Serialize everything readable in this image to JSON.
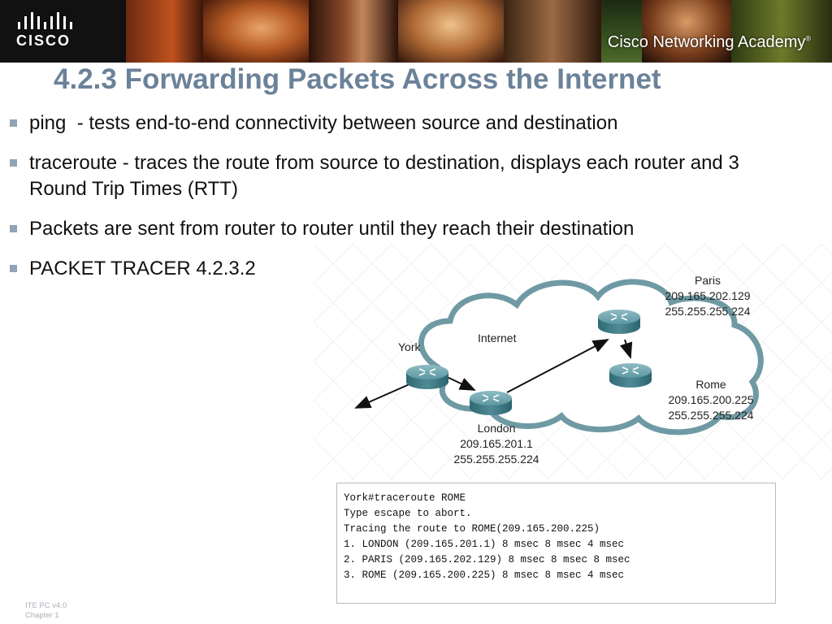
{
  "banner": {
    "logo_text": "CISCO",
    "academy_text": "Cisco Networking Academy",
    "academy_mark": "®"
  },
  "title": "4.2.3 Forwarding Packets Across the Internet",
  "bullets": [
    "ping  - tests end-to-end connectivity between source and destination",
    "traceroute - traces the route from source to destination, displays each router and 3 Round Trip Times (RTT)",
    "Packets are sent from router to router until they reach their destination",
    "PACKET TRACER 4.2.3.2"
  ],
  "diagram": {
    "cloud_label": "Internet",
    "york": {
      "name": "York"
    },
    "london": {
      "name": "London",
      "ip": "209.165.201.1",
      "mask": "255.255.255.224"
    },
    "paris": {
      "name": "Paris",
      "ip": "209.165.202.129",
      "mask": "255.255.255.224"
    },
    "rome": {
      "name": "Rome",
      "ip": "209.165.200.225",
      "mask": "255.255.255.224"
    }
  },
  "terminal": {
    "lines": [
      "York#traceroute ROME",
      "Type escape to abort.",
      "Tracing the route to ROME(209.165.200.225)",
      "1. LONDON (209.165.201.1) 8 msec 8 msec 4 msec",
      "2. PARIS (209.165.202.129) 8 msec 8 msec 8 msec",
      "3. ROME (209.165.200.225) 8 msec 8 msec 4 msec"
    ]
  },
  "footer": {
    "line1": "ITE PC v4.0",
    "line2": "Chapter 1"
  },
  "colors": {
    "title": "#6b8299",
    "bullet_marker": "#8fa4b6",
    "cloud_stroke": "#6f9aa4",
    "router": "#4f8a95"
  }
}
